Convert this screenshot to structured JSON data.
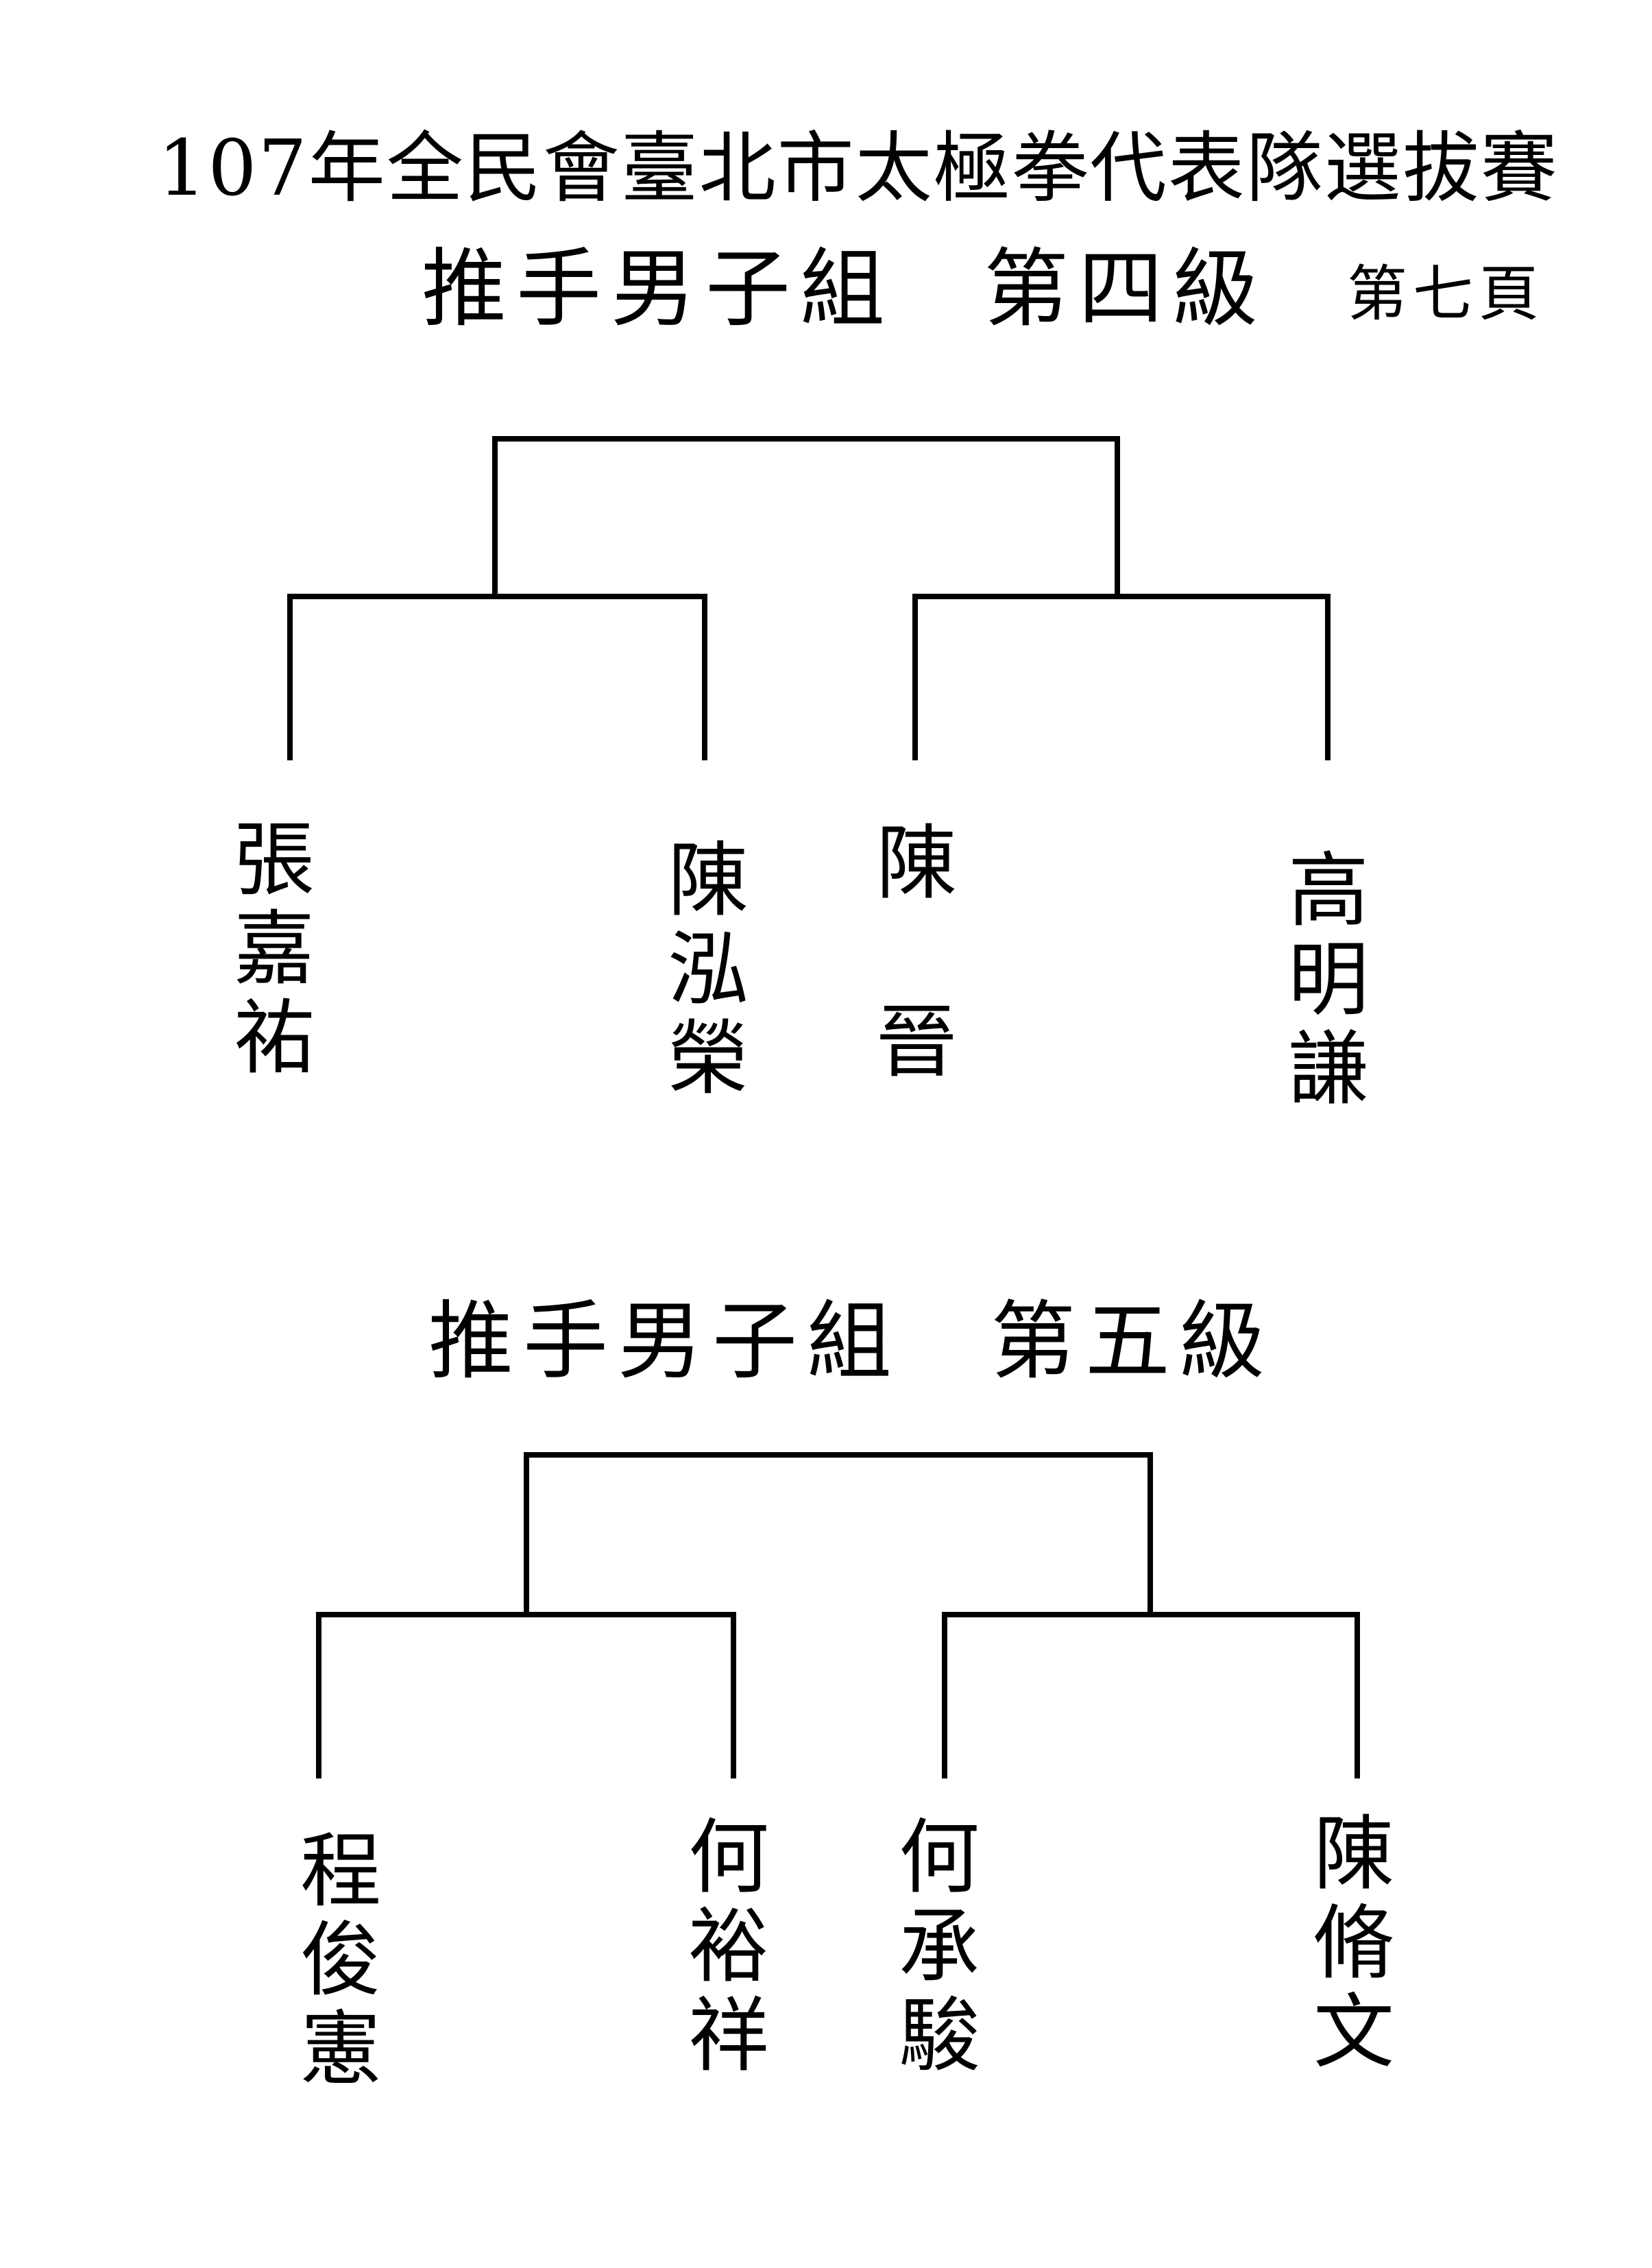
{
  "title": "107年全民會臺北市太極拳代表隊選拔賽",
  "page_number": "第七頁",
  "sections": [
    {
      "group": "推手男子組",
      "division": "第四級",
      "players": [
        {
          "c1": "張",
          "c2": "嘉",
          "c3": "祐"
        },
        {
          "c1": "陳",
          "c2": "泓",
          "c3": "榮"
        },
        {
          "c1": "陳",
          "c3": "晉"
        },
        {
          "c1": "高",
          "c2": "明",
          "c3": "謙"
        }
      ]
    },
    {
      "group": "推手男子組",
      "division": "第五級",
      "players": [
        {
          "c1": "程",
          "c2": "俊",
          "c3": "憲"
        },
        {
          "c1": "何",
          "c2": "裕",
          "c3": "祥"
        },
        {
          "c1": "何",
          "c2": "承",
          "c3": "駿"
        },
        {
          "c1": "陳",
          "c2": "脩",
          "c3": "文"
        }
      ]
    }
  ]
}
